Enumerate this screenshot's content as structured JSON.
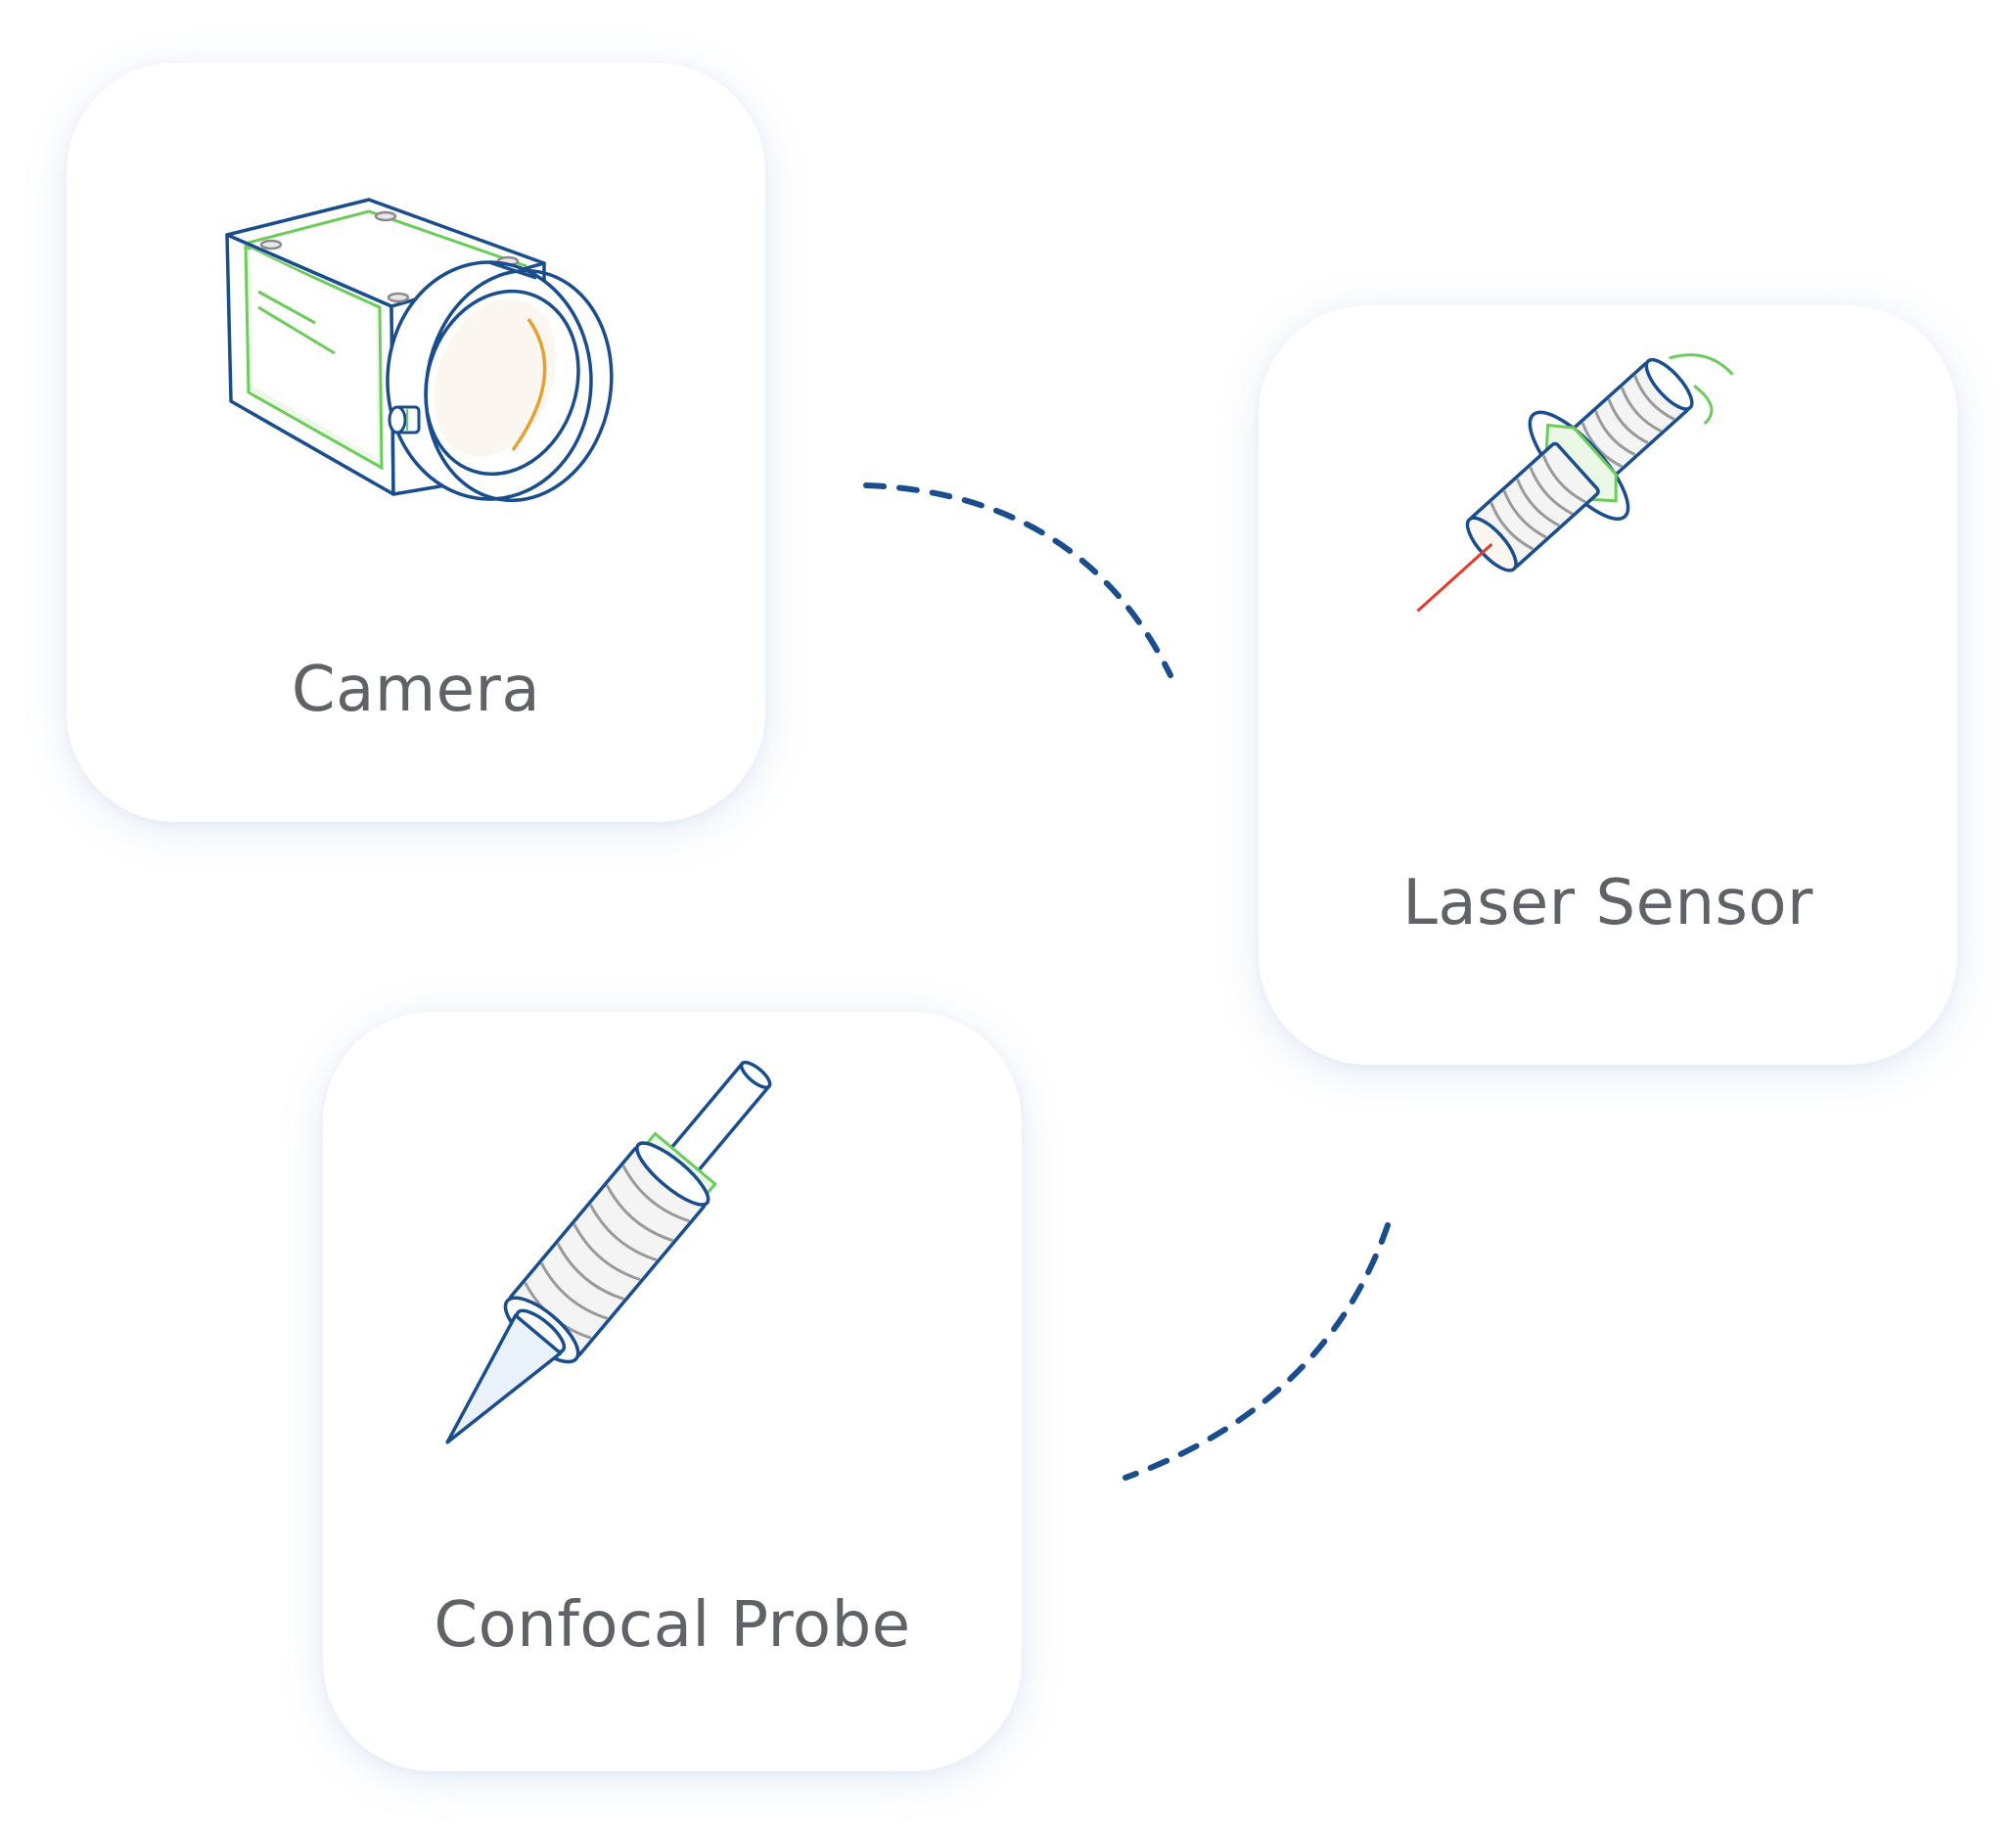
{
  "cards": [
    {
      "id": "camera",
      "label": "Camera",
      "icon": "camera-icon"
    },
    {
      "id": "laser",
      "label": "Laser Sensor",
      "icon": "laser-sensor-icon"
    },
    {
      "id": "probe",
      "label": "Confocal Probe",
      "icon": "confocal-probe-icon"
    }
  ],
  "colors": {
    "outline": "#1a4d8c",
    "accent_green": "#6ccc5a",
    "lens_orange": "#e3a234",
    "laser_red": "#e5392b",
    "thread_gray": "#9a9a9a",
    "label_gray": "#5f6266",
    "dashed_connector": "#1a4d8c"
  }
}
